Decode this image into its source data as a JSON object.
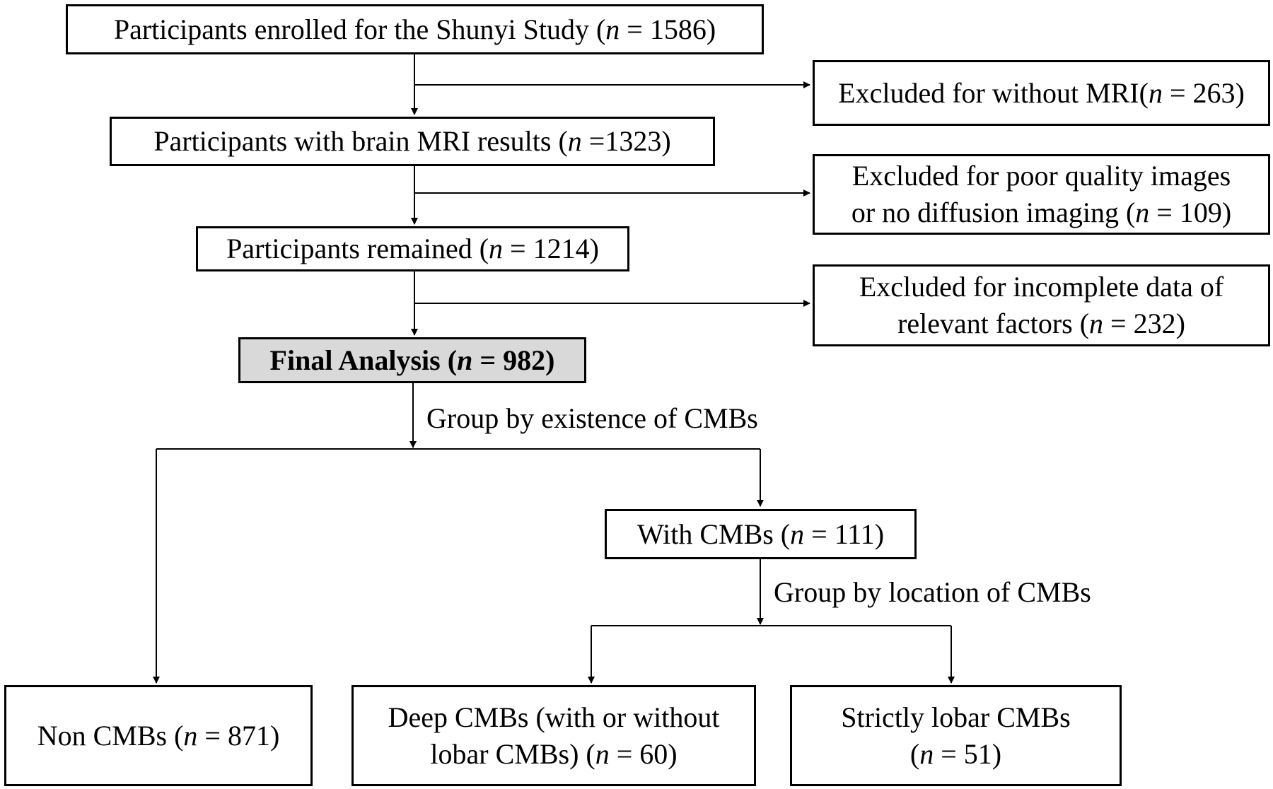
{
  "nodes": {
    "enrolled": {
      "lines": [
        {
          "pre": "Participants enrolled for the Shunyi Study (",
          "n": "n",
          "post": " = 1586)"
        }
      ]
    },
    "excl_mri": {
      "lines": [
        {
          "pre": "Excluded for without MRI(",
          "n": "n",
          "post": " = 263)"
        }
      ]
    },
    "brain_mri": {
      "lines": [
        {
          "pre": "Participants with brain MRI results (",
          "n": "n",
          "post": " =1323)"
        }
      ]
    },
    "excl_poor": {
      "lines": [
        {
          "pre": "Excluded for poor quality images",
          "n": "",
          "post": ""
        },
        {
          "pre": "or no diffusion imaging (",
          "n": "n",
          "post": " = 109)"
        }
      ]
    },
    "remained": {
      "lines": [
        {
          "pre": "Participants remained (",
          "n": "n",
          "post": " = 1214)"
        }
      ]
    },
    "excl_incomplete": {
      "lines": [
        {
          "pre": "Excluded for incomplete data of",
          "n": "",
          "post": ""
        },
        {
          "pre": "relevant factors (",
          "n": "n",
          "post": " = 232)"
        }
      ]
    },
    "final": {
      "lines": [
        {
          "pre": "Final Analysis (",
          "n": "n",
          "post": " = 982)"
        }
      ]
    },
    "with_cmbs": {
      "lines": [
        {
          "pre": "With CMBs  (",
          "n": "n",
          "post": " = 111)"
        }
      ]
    },
    "non_cmbs": {
      "lines": [
        {
          "pre": "Non CMBs  (",
          "n": "n",
          "post": " = 871)"
        }
      ]
    },
    "deep": {
      "lines": [
        {
          "pre": "Deep CMBs    (with or without",
          "n": "",
          "post": ""
        },
        {
          "pre": "lobar CMBs) (",
          "n": "n",
          "post": " = 60)"
        }
      ]
    },
    "lobar": {
      "lines": [
        {
          "pre": "Strictly lobar CMBs",
          "n": "",
          "post": ""
        },
        {
          "pre": "(",
          "n": "n",
          "post": " = 51)"
        }
      ]
    }
  },
  "labels": {
    "group_existence": "Group by existence of CMBs",
    "group_location": "Group by location of CMBs"
  }
}
